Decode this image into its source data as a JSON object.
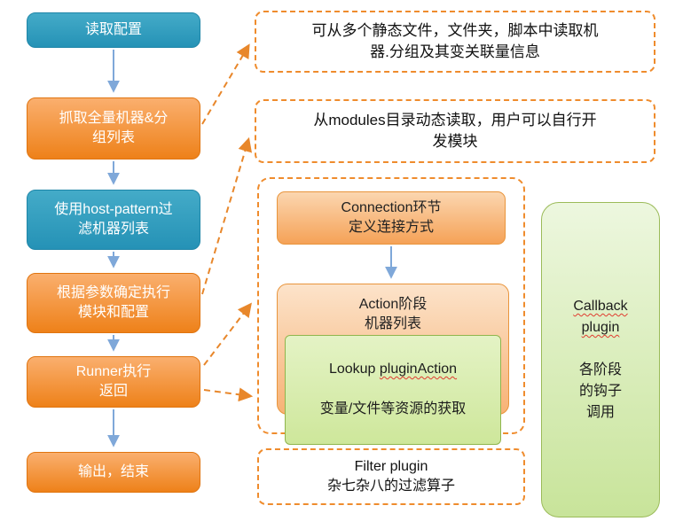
{
  "left_flow": {
    "steps": [
      {
        "label": "读取配置",
        "variant": "blue"
      },
      {
        "label": "抓取全量机器&分\n组列表",
        "variant": "orange"
      },
      {
        "label": "使用host-pattern过\n滤机器列表",
        "variant": "blue"
      },
      {
        "label": "根据参数确定执行\n模块和配置",
        "variant": "orange"
      },
      {
        "label": "Runner执行\n返回",
        "variant": "orange"
      },
      {
        "label": "输出，结束",
        "variant": "orange"
      }
    ]
  },
  "callouts": {
    "inventory_note": "可从多个静态文件，文件夹，脚本中读取机\n器.分组及其变关联量信息",
    "modules_note": "从modules目录动态读取，用户可以自行开\n发模块"
  },
  "execution_group": {
    "connection_label": "Connection环节\n定义连接方式",
    "action_label": "Action阶段\n机器列表",
    "lookup_prefix": "Lookup ",
    "lookup_word": "pluginAction",
    "lookup_body": "变量/文件等资源的获取"
  },
  "filter_note": {
    "title": "Filter plugin",
    "body": "杂七杂八的过滤算子"
  },
  "callback_note": {
    "title": "Callback\nplugin",
    "body": "各阶段\n的钩子\n调用"
  },
  "colors": {
    "blue-top": "#44ABC8",
    "blue-bottom": "#2592B6",
    "blue-border": "#1F86A8",
    "orange-top": "#FAAF6E",
    "orange-bottom": "#EE8119",
    "orange-border": "#E0740F",
    "dash": "#EF8C2D",
    "stage-top": "#FBD6B0",
    "stage-bottom": "#F5A257",
    "stage-border": "#E9953C",
    "action-top": "#FCE3CA",
    "action-bottom": "#F7B275",
    "lime-top": "#E4F3C5",
    "lime-bottom": "#CEE79B",
    "lime-border": "#8FB54D",
    "green-top": "#EDF7DF",
    "green-bottom": "#C8E49A",
    "green-border": "#9BBB59",
    "arrow-blue": "#7FA8D9",
    "arrow-orange": "#E8872B"
  }
}
